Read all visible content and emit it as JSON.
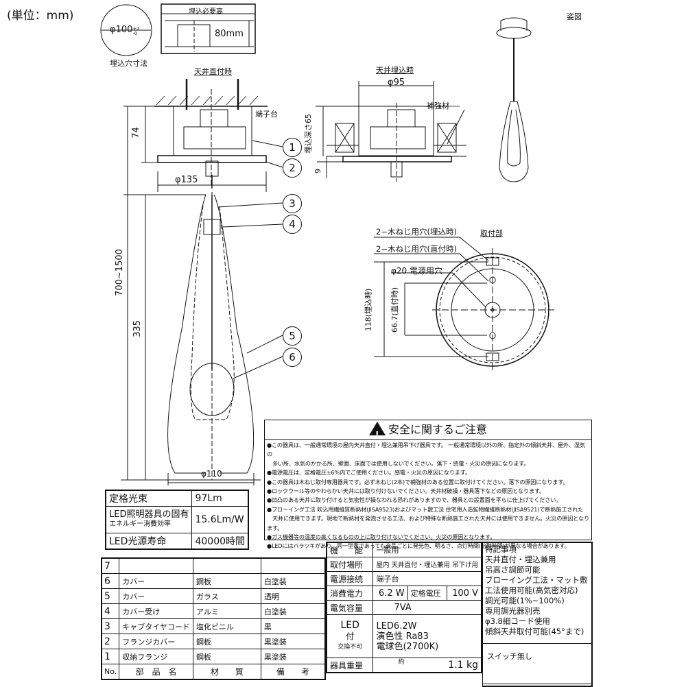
{
  "header": {
    "unit_label": "(単位：mm)",
    "perspective_label": "姿図"
  },
  "cutout": {
    "diameter_label": "φ100",
    "tolerance_plus": "+2",
    "tolerance_minus": "-0",
    "caption": "埋込穴寸法",
    "required_height_title": "埋込必要高",
    "required_height_value": "80mm"
  },
  "direct_mount_view": {
    "title": "天井直付時",
    "height_dim": "74",
    "terminal_label": "端子台",
    "flange_diameter": "φ135",
    "callouts": [
      "1",
      "2"
    ]
  },
  "recessed_view": {
    "title": "天井埋込時",
    "diameter": "φ95",
    "depth_label": "埋込深さ65",
    "reinforcement_label": "補強材",
    "offset_dim": "9"
  },
  "pendant_view": {
    "overall_length": "700~1500",
    "shade_length": "335",
    "shade_diameter": "φ110",
    "callouts": [
      "3",
      "4",
      "5",
      "6"
    ]
  },
  "mount_view": {
    "title": "取付部",
    "hole_recessed": "2−木ねじ用穴(埋込時)",
    "hole_direct": "2−木ねじ用穴(直付時)",
    "power_hole": "φ20 電源用穴",
    "pitch_recessed": "118(埋込時)",
    "pitch_direct": "66.7(直付時)"
  },
  "safety": {
    "title": "安全に関するご注意",
    "lines": [
      "●この器具は、一般通常環境の屋内天井直付・埋込兼用吊下げ器具です。 一般通常環境以外の所、指定外の傾斜天井、屋外、湿気の",
      "　多い所、水気のかかる所、壁面、床面では使用しないでください。落下・感電・火災の原因になります。",
      "●電源電圧は、定格電圧±6%内でご使用ください。感電・火災の原因になります。",
      "●この器具は木ねじ取付専用器具です。必ず木ねじ(2本)で補強材のある位置に取付けてください。落下の原因になります。",
      "●ロックウール等のやわらかい天井には取り付けないでください。天井材破損・器具落下などの原因となります。",
      "●凹凸のある天井に取り付けると気密性が損なわれる恐れがありますので、器具との設置面を平らに仕上げてください。",
      "●ブローイング工法 吹込用繊維質断熱材(JISA9523)およびマット敷工法 住宅用人造鉱物繊維断熱材(JISA9521)で断熱施工された",
      "　天井に使用できます。現地で断熱材を発泡させる工法、および特殊な断熱施工された天井には使用できません。火災の原因となります。",
      "●ガス機器等の温度の高くなるものの上に取り付けないでください。火災の原因となります。",
      "●LEDにはバラツキがあり、同一型番であっても商品ごとに発光色、明るさ、点灯時間(始動時間)が異なる場合があります。"
    ]
  },
  "spec_table": [
    {
      "label": "定格光束",
      "value": "97Lm"
    },
    {
      "label_line1": "LED照明器具の固有",
      "label_line2": "エネルギー消費効率",
      "value": "15.6Lm/W"
    },
    {
      "label": "LED光源寿命",
      "value": "40000時間"
    }
  ],
  "parts_table": {
    "headers": [
      "No.",
      "部　品　名",
      "材　　質",
      "備　　考"
    ],
    "rows": [
      {
        "no": "7",
        "name": "",
        "material": "",
        "note": ""
      },
      {
        "no": "6",
        "name": "カバー",
        "material": "鋼板",
        "note": "白塗装"
      },
      {
        "no": "5",
        "name": "カバー",
        "material": "ガラス",
        "note": "透明"
      },
      {
        "no": "4",
        "name": "カバー受け",
        "material": "アルミ",
        "note": "白塗装"
      },
      {
        "no": "3",
        "name": "キャブタイヤコード",
        "material": "塩化ビニル",
        "note": "黒"
      },
      {
        "no": "2",
        "name": "フランジカバー",
        "material": "鋼板",
        "note": "黒塗装"
      },
      {
        "no": "1",
        "name": "収納フランジ",
        "material": "鋼板",
        "note": "黒塗装"
      }
    ]
  },
  "info_table": {
    "function_label": "機　　能",
    "function_value": "一般用",
    "location_label": "取付場所",
    "location_value": "屋内 天井直付・埋込兼用 吊下げ用",
    "power_conn_label": "電源接続",
    "power_conn_value": "端子台",
    "consumption_label": "消費電力",
    "consumption_value": "6.2 W",
    "voltage_label": "定格電圧",
    "voltage_value": "100 V",
    "capacity_label": "電気容量",
    "capacity_value": "7VA",
    "led_label_1": "LED",
    "led_label_2": "付",
    "led_label_3": "交換不可",
    "led_value_1": "LED6.2W",
    "led_value_2": "演色性 Ra83",
    "led_value_3": "電球色(2700K)",
    "weight_label": "器具重量",
    "weight_prefix": "約",
    "weight_value": "1.1 kg"
  },
  "special_notes": {
    "title": "特記事項",
    "lines": [
      "天井直付・埋込兼用",
      "吊高さ調節可能",
      "ブローイング工法・マット敷",
      "工法使用可能(高気密対応)",
      "調光可能(1%~100%)",
      "専用調光器別売",
      "φ3.8細コード使用",
      "傾斜天井取付可能(45°まで)"
    ],
    "switch": "スイッチ無し"
  }
}
